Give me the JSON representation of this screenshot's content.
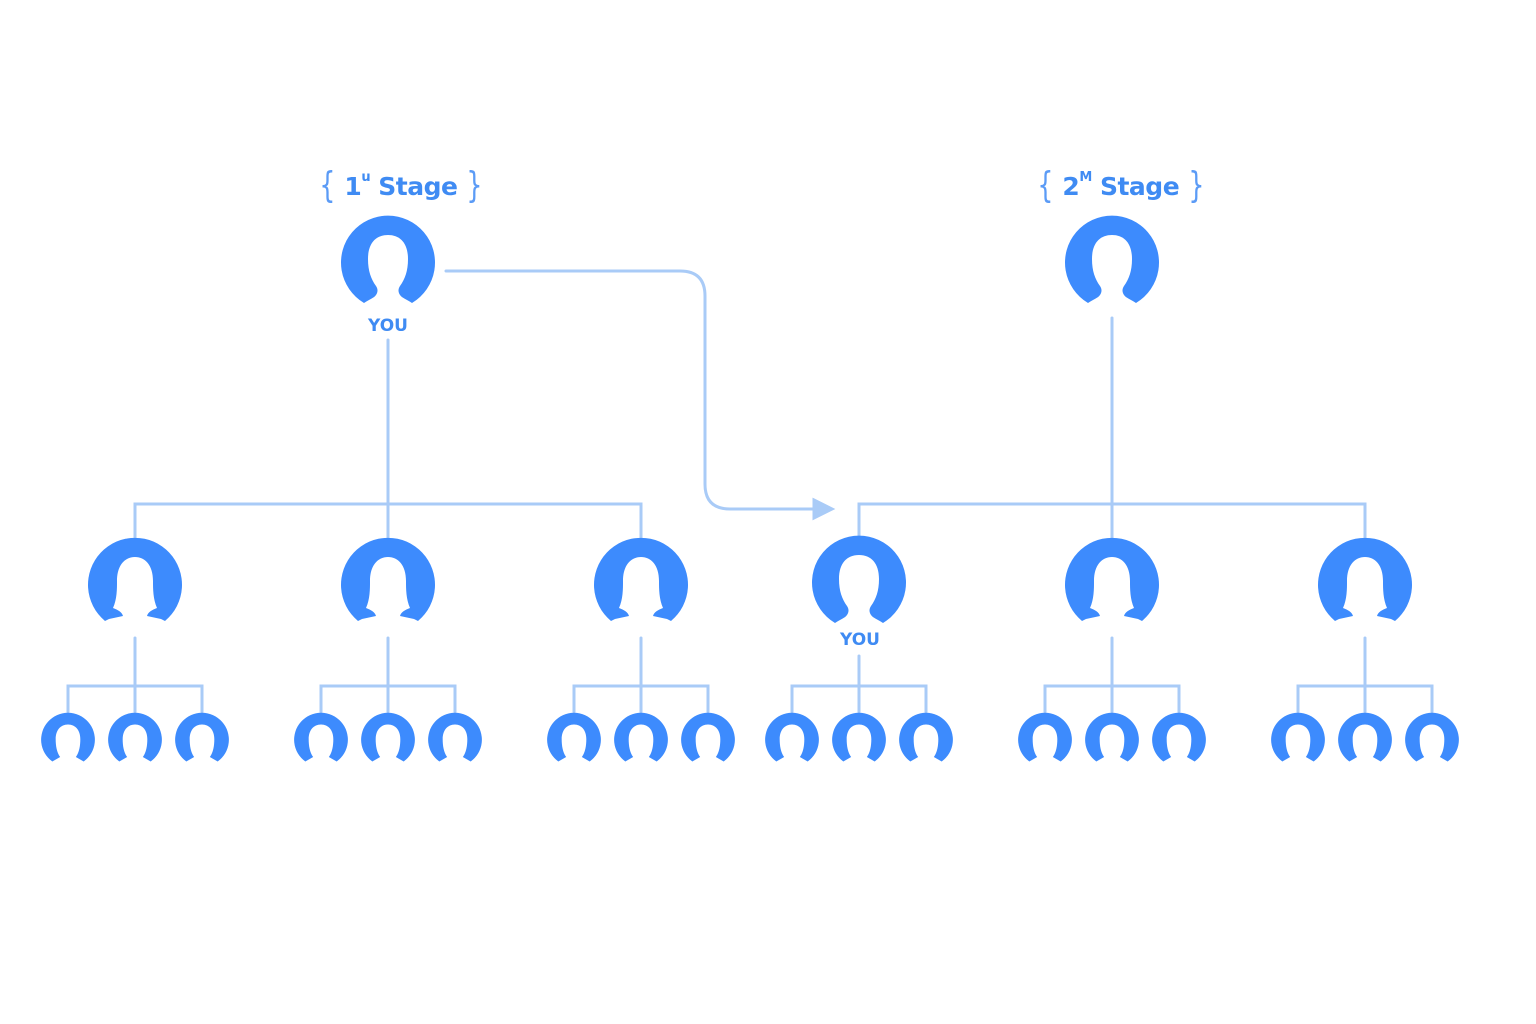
{
  "colors": {
    "node": "#3d8bfd",
    "connector": "#a9cbf7",
    "label": "#3f8bf3"
  },
  "stages": [
    {
      "id": "stage-1",
      "number": "1",
      "suffix": "ᵘ",
      "suffix_text": "u",
      "word": "Stage",
      "root": {
        "label": "YOU",
        "icon": "person-icon"
      },
      "children": [
        {
          "icon": "female-person-icon",
          "label": "",
          "grandchildren": 3
        },
        {
          "icon": "female-person-icon",
          "label": "",
          "grandchildren": 3
        },
        {
          "icon": "female-person-icon",
          "label": "",
          "grandchildren": 3
        }
      ]
    },
    {
      "id": "stage-2",
      "number": "2",
      "suffix_text": "M",
      "word": "Stage",
      "root": {
        "label": "",
        "icon": "person-icon"
      },
      "children": [
        {
          "icon": "person-icon",
          "label": "YOU",
          "grandchildren": 3
        },
        {
          "icon": "female-person-icon",
          "label": "",
          "grandchildren": 3
        },
        {
          "icon": "female-person-icon",
          "label": "",
          "grandchildren": 3
        }
      ]
    }
  ],
  "transition_arrow": {
    "from": "stage-1-root",
    "to": "stage-2-children",
    "icon": "arrow-right-icon"
  }
}
